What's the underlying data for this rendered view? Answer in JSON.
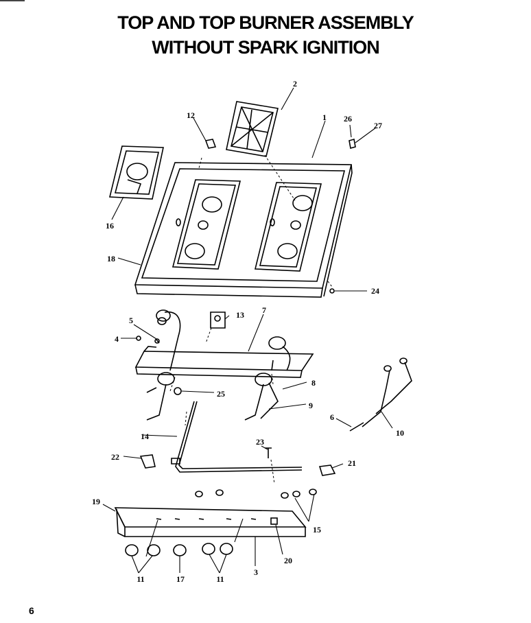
{
  "title_line1": "TOP AND TOP BURNER ASSEMBLY",
  "title_line2": "WITHOUT SPARK IGNITION",
  "page_number": "6",
  "part_labels": {
    "p1": "1",
    "p2": "2",
    "p3": "3",
    "p4": "4",
    "p5": "5",
    "p6": "6",
    "p7": "7",
    "p8": "8",
    "p9": "9",
    "p10": "10",
    "p11a": "11",
    "p11b": "11",
    "p12": "12",
    "p13": "13",
    "p14": "14",
    "p15": "15",
    "p16": "16",
    "p17": "17",
    "p18": "18",
    "p19": "19",
    "p20": "20",
    "p21": "21",
    "p22": "22",
    "p23": "23",
    "p24": "24",
    "p25": "25",
    "p26": "26",
    "p27": "27"
  }
}
